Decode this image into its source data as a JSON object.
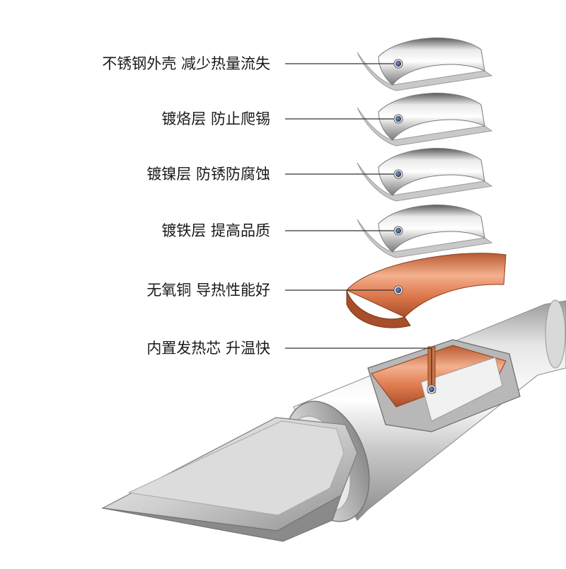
{
  "layers": [
    {
      "id": "steel",
      "label": "不锈钢外壳 减少热量流失",
      "material": "steel"
    },
    {
      "id": "chrome",
      "label": "镀烙层 防止爬锡",
      "material": "steel"
    },
    {
      "id": "nickel",
      "label": "镀镍层 防锈防腐蚀",
      "material": "steel"
    },
    {
      "id": "iron",
      "label": "镀铁层 提高品质",
      "material": "steel"
    },
    {
      "id": "copper",
      "label": "无氧铜 导热性能好",
      "material": "copper"
    },
    {
      "id": "core",
      "label": "内置发热芯 升温快",
      "material": "core"
    }
  ],
  "colors": {
    "copper_light": "#f4b08e",
    "copper_mid": "#e07b4f",
    "copper_dark": "#a84e2a",
    "steel_light": "#f2f2f2",
    "steel_mid": "#c8c8c8",
    "steel_dark": "#6e6e6e",
    "dot_fill": "#3d4f78",
    "leader_line": "#333333"
  }
}
